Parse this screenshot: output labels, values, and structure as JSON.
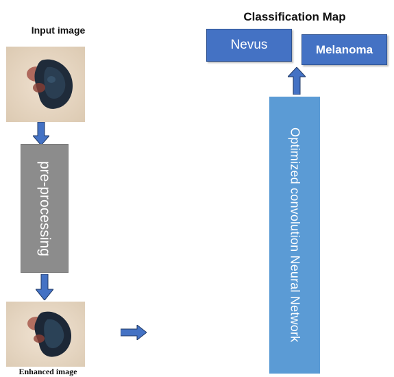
{
  "labels": {
    "input_image": "Input image",
    "classification_map": "Classification Map",
    "enhanced_image": "Enhanced image"
  },
  "boxes": {
    "preprocessing": "pre-processing",
    "cnn": "Optimized convolution Neural Network",
    "nevus": "Nevus",
    "melanoma": "Melanoma"
  },
  "colors": {
    "arrow_fill": "#4472c4",
    "arrow_stroke": "#1f3864",
    "class_box": "#4472c4",
    "cnn_box": "#5b9bd5",
    "preprocess_box": "#8c8c8c"
  },
  "icons": {
    "arrows": [
      "arrow-down-icon",
      "arrow-down-icon",
      "arrow-right-icon",
      "arrow-up-icon"
    ]
  }
}
